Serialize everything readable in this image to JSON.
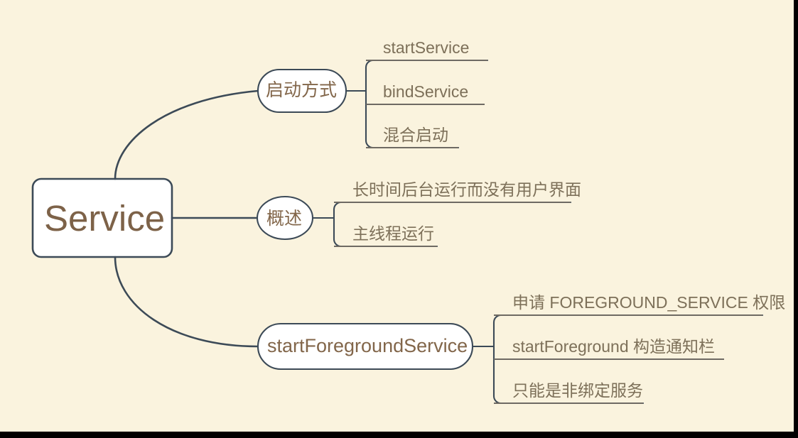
{
  "diagram": {
    "type": "mindmap",
    "root": {
      "label": "Service",
      "shape": "rounded-rect"
    },
    "branches": [
      {
        "label": "启动方式",
        "shape": "pill",
        "leaves": [
          {
            "label": "startService"
          },
          {
            "label": "bindService"
          },
          {
            "label": "混合启动"
          }
        ]
      },
      {
        "label": "概述",
        "shape": "ellipse",
        "leaves": [
          {
            "label": "长时间后台运行而没有用户界面"
          },
          {
            "label": "主线程运行"
          }
        ]
      },
      {
        "label": "startForegroundService",
        "shape": "pill",
        "leaves": [
          {
            "label": "申请 FOREGROUND_SERVICE 权限"
          },
          {
            "label": "startForeground 构造通知栏"
          },
          {
            "label": "只能是非绑定服务"
          }
        ]
      }
    ]
  },
  "colors": {
    "background": "#faf3de",
    "node_fill": "#ffffff",
    "stroke": "#3c4a57",
    "root_text": "#7d6248",
    "branch_text": "#82664a",
    "leaf_text": "#7d7059",
    "leaf_underline": "#6e6a63",
    "frame": "#000000"
  }
}
